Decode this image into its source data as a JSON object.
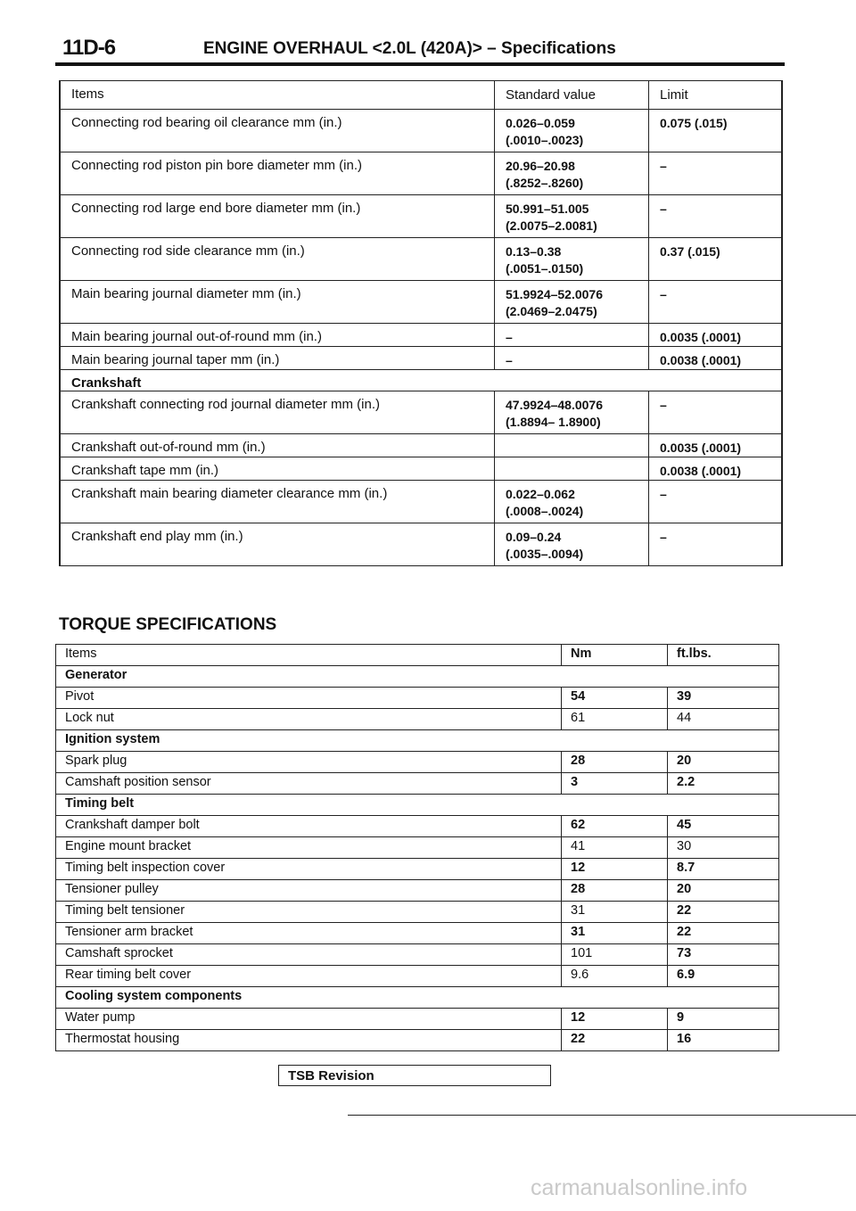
{
  "header": {
    "page": "11D-6",
    "title": "ENGINE OVERHAUL <2.0L (420A)> – Specifications"
  },
  "spec_table": {
    "headers": [
      "Items",
      "Standard value",
      "Limit"
    ],
    "rows": [
      {
        "item": "Connecting rod bearing oil clearance mm (in.)",
        "std": "0.026–0.059\n(.0010–.0023)",
        "limit": "0.075 (.015)"
      },
      {
        "item": "Connecting rod piston pin bore diameter mm (in.)",
        "std": "20.96–20.98\n(.8252–.8260)",
        "limit": "–"
      },
      {
        "item": "Connecting rod large end bore diameter mm (in.)",
        "std": "50.991–51.005\n(2.0075–2.0081)",
        "limit": "–"
      },
      {
        "item": "Connecting rod side clearance mm (in.)",
        "std": "0.13–0.38\n(.0051–.0150)",
        "limit": "0.37 (.015)"
      },
      {
        "item": "Main bearing journal diameter mm (in.)",
        "std": "51.9924–52.0076\n(2.0469–2.0475)",
        "limit": "–"
      },
      {
        "item": "Main bearing journal out-of-round mm (in.)",
        "std": "–",
        "limit": "0.0035 (.0001)"
      },
      {
        "item": "Main bearing journal taper mm (in.)",
        "std": "–",
        "limit": "0.0038 (.0001)"
      },
      {
        "section": "Crankshaft"
      },
      {
        "item": "Crankshaft connecting rod journal diameter mm (in.)",
        "std": "47.9924–48.0076\n(1.8894– 1.8900)",
        "limit": "–"
      },
      {
        "item": "Crankshaft out-of-round mm (in.)",
        "std": "",
        "limit": "0.0035 (.0001)"
      },
      {
        "item": "Crankshaft tape mm (in.)",
        "std": "",
        "limit": "0.0038 (.0001)"
      },
      {
        "item": "Crankshaft main bearing diameter clearance mm (in.)",
        "std": "0.022–0.062\n(.0008–.0024)",
        "limit": "–"
      },
      {
        "item": "Crankshaft end play mm (in.)",
        "std": "0.09–0.24\n(.0035–.0094)",
        "limit": "–"
      }
    ]
  },
  "torque": {
    "title": "TORQUE SPECIFICATIONS",
    "headers": [
      "Items",
      "Nm",
      "ft.lbs."
    ],
    "rows": [
      {
        "section": "Generator"
      },
      {
        "item": "Pivot",
        "nm": "54",
        "ft": "39",
        "bold": true
      },
      {
        "item": "Lock nut",
        "nm": "61",
        "ft": "44",
        "bold": false
      },
      {
        "section": "Ignition system"
      },
      {
        "item": "Spark plug",
        "nm": "28",
        "ft": "20",
        "bold": true
      },
      {
        "item": "Camshaft position sensor",
        "nm": "3",
        "ft": "2.2",
        "bold": true
      },
      {
        "section": "Timing belt"
      },
      {
        "item": "Crankshaft damper bolt",
        "nm": "62",
        "ft": "45",
        "bold": true
      },
      {
        "item": "Engine mount bracket",
        "nm": "41",
        "ft": "30",
        "bold": false
      },
      {
        "item": "Timing belt inspection cover",
        "nm": "12",
        "ft": "8.7",
        "bold": true
      },
      {
        "item": "Tensioner pulley",
        "nm": "28",
        "ft": "20",
        "bold": true
      },
      {
        "item": "Timing belt tensioner",
        "nm": "31",
        "ft": "22",
        "bold": "ft"
      },
      {
        "item": "Tensioner arm bracket",
        "nm": "31",
        "ft": "22",
        "bold": true
      },
      {
        "item": "Camshaft sprocket",
        "nm": "101",
        "ft": "73",
        "bold": "ft"
      },
      {
        "item": "Rear timing belt cover",
        "nm": "9.6",
        "ft": "6.9",
        "bold": "ft"
      },
      {
        "section": "Cooling system components"
      },
      {
        "item": "Water pump",
        "nm": "12",
        "ft": "9",
        "bold": true
      },
      {
        "item": "Thermostat housing",
        "nm": "22",
        "ft": "16",
        "bold": true
      }
    ]
  },
  "footer": {
    "tsb": "TSB Revision",
    "watermark": "carmanualsonline.info"
  }
}
